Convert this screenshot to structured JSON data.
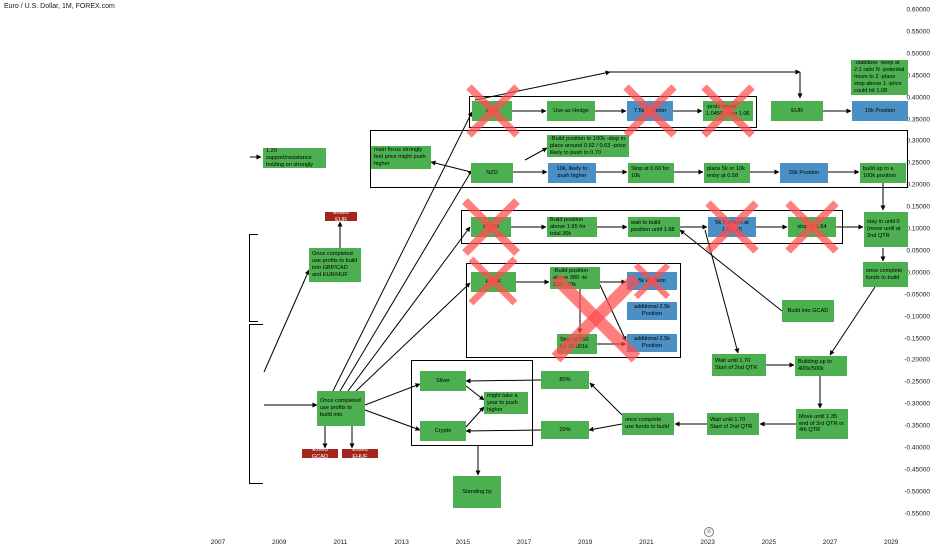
{
  "header": {
    "title": "Euro / U.S. Dollar, 1M, FOREX.com"
  },
  "axis": {
    "y_ticks": [
      "0.60000",
      "0.55000",
      "0.50000",
      "0.45000",
      "0.40000",
      "0.35000",
      "0.30000",
      "0.25000",
      "0.20000",
      "0.15000",
      "0.10000",
      "0.05000",
      "0.00000",
      "-0.05000",
      "-0.10000",
      "-0.15000",
      "-0.20000",
      "-0.25000",
      "-0.30000",
      "-0.35000",
      "-0.40000",
      "-0.45000",
      "-0.50000",
      "-0.55000"
    ],
    "x_ticks": [
      "2007",
      "2009",
      "2011",
      "2013",
      "2015",
      "2017",
      "2019",
      "2021",
      "2023",
      "2025",
      "2027",
      "2029"
    ],
    "reset_label": "⊘"
  },
  "colors": {
    "box_green": "#4caf50",
    "box_blue": "#4a90c4",
    "box_red": "#a4251b",
    "cross_red": "#ff4d4d"
  },
  "nodes": {
    "support": "1.20 support/resistance holding on strongly",
    "exited_eur": "Exited EUR",
    "once_completed_1": "Once completed use profits to build into GBP/CAD and EUR/HUF",
    "once_completed_2": "Once completed use profits to build into",
    "exited_gcad": "Exited GCAD",
    "exited_ehuf": "Exited EHUF",
    "eur": "EUR",
    "use_as_hedge": "Use as Hedge",
    "pos_7_5k": "7.5k Position",
    "profit_target": "-profit target 1.0450 -stop 1.06",
    "eur_2": "EUR",
    "pos_15k": "15k Position",
    "stabilizer": "-stabilizer -keep at 2:1 ratio N -potential move to 2 -place stop above 1 -price could hit 1.08",
    "main_focus": "main focus strongly feel price might push higher",
    "nzd": "NZD",
    "build_100k": "-Build position to 100k -stop in place around 0.62 / 0.63 -price likely to push to 0.70",
    "likely_10k": "10k, likely to push higher",
    "stop_060": "Stop at 0.60 for 10k",
    "place_5k": "place 5k or 10k entry at 0.58",
    "pos_20k": "20k Position",
    "build_up_100k": "build up to a 100k position",
    "gcad": "GCAD",
    "build_above_165": "Build position above 1.65 for total 30k",
    "wait_build_168": "wait to build position until 1.68",
    "pos_5k_at": "5k Position at 1.62715",
    "stop_164": "stop at 1.64",
    "stay_in_until": "stay in until 0 (move until at 2nd QTR",
    "ehuf": "EHUF",
    "build_above_380": "-Build position above 380 -to 50k - 70k",
    "pos_5k": "5k Position",
    "additional_2_5k": "additional 2.5k Position",
    "stop_360": "Stop at 360 for 10.001k",
    "additional_2_5k_b": "additional 2.5k Position",
    "build_into_gcad": "Build into GCAD",
    "once_complete_funds": "once complete funds to build",
    "wait_170_a": "Wait until 1.70 Start of 2nd QTR",
    "building_400k": "Building up to 400k/500k",
    "silver": "Silver",
    "crypto": "Crypto",
    "might_take_year": "might take a year to push higher",
    "pct_80": "80%",
    "pct_20": "20%",
    "once_complete_use": "once complete use funds to build",
    "wait_170_b": "Wait until 1.70 Start of 2nd QTR",
    "move_until_135": "Move until 1.35 end of 3rd QTR or 4th QTR",
    "standing_by": "Standing by"
  }
}
